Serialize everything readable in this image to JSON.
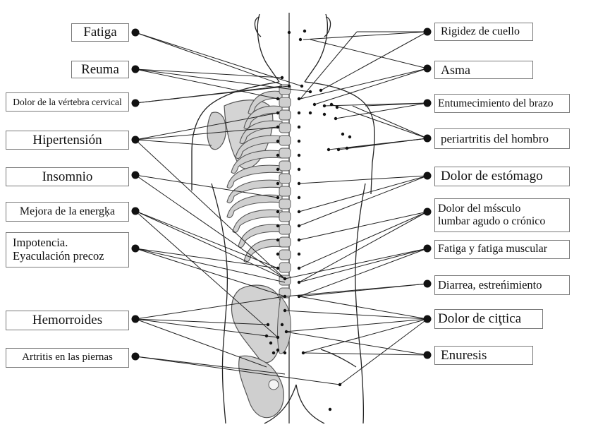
{
  "left_labels": [
    {
      "id": "fatiga",
      "text": "Fatiga"
    },
    {
      "id": "reuma",
      "text": "Reuma"
    },
    {
      "id": "dolor-vertebra-cervical",
      "text": "Dolor de la vértebra cervical"
    },
    {
      "id": "hipertension",
      "text": "Hipertensión"
    },
    {
      "id": "insomnio",
      "text": "Insomnio"
    },
    {
      "id": "mejora-energia",
      "text": "Mejora de la energķa"
    },
    {
      "id": "impotencia",
      "lines": [
        "Impotencia.",
        "Eyaculación precoz"
      ]
    },
    {
      "id": "hemorroides",
      "text": "Hemorroides"
    },
    {
      "id": "artritis-piernas",
      "text": "Artritis en las piernas"
    }
  ],
  "right_labels": [
    {
      "id": "rigidez-cuello",
      "text": "Rigidez de cuello"
    },
    {
      "id": "asma",
      "text": "Asma"
    },
    {
      "id": "entumecimiento-brazo",
      "text": "Entumecimiento del brazo"
    },
    {
      "id": "periartritis-hombro",
      "text": "periartritis del hombro"
    },
    {
      "id": "dolor-estomago",
      "text": "Dolor de estómago"
    },
    {
      "id": "dolor-musculo-lumbar",
      "lines": [
        "Dolor del mśsculo",
        "lumbar agudo o crónico"
      ]
    },
    {
      "id": "fatiga-muscular",
      "text": "Fatiga y fatiga muscular"
    },
    {
      "id": "diarrea",
      "text": "Diarrea, estreńimiento"
    },
    {
      "id": "dolor-citica",
      "text": "Dolor de ciţtica"
    },
    {
      "id": "enuresis",
      "text": "Enuresis"
    }
  ]
}
